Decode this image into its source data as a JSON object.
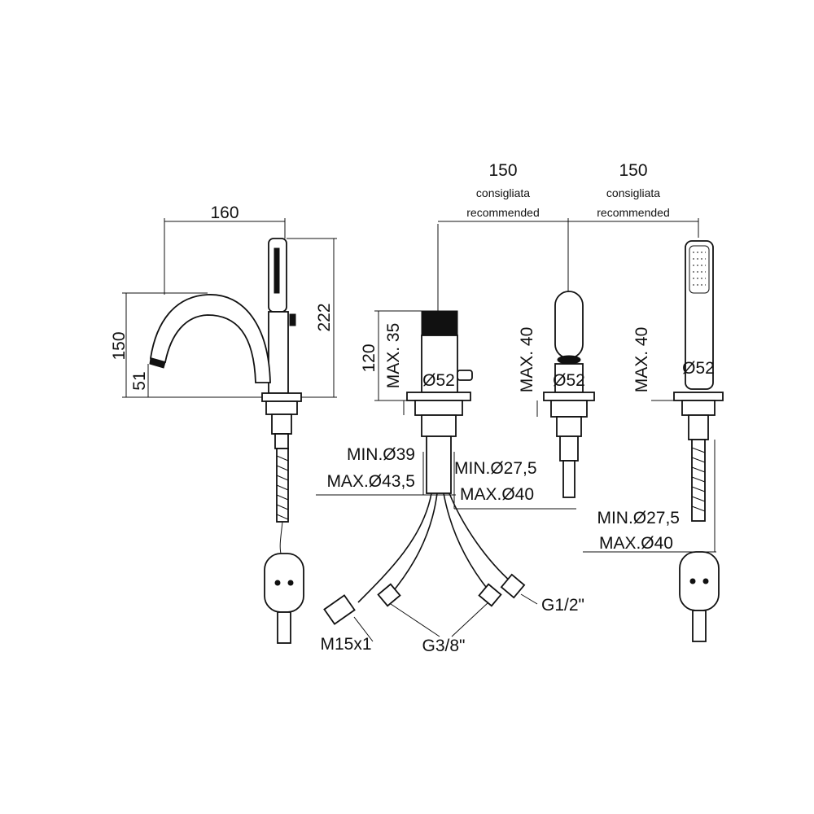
{
  "dimensions": {
    "spout_reach": "160",
    "spout_height": "150",
    "spout_outlet": "51",
    "total_height": "222",
    "valve_height": "120",
    "valve_max_thickness": "MAX. 35",
    "valve_diameter": "Ø52",
    "spacing_1": "150",
    "spacing_2": "150",
    "spacing_note_it": "consigliata",
    "spacing_note_en": "recommended",
    "diverter_max": "MAX. 40",
    "diverter_diameter": "Ø52",
    "shower_max": "MAX. 40",
    "shower_diameter": "Ø52",
    "hole_min_1": "MIN.Ø39",
    "hole_max_1": "MAX.Ø43,5",
    "hole_min_2": "MIN.Ø27,5",
    "hole_max_2": "MAX.Ø40",
    "hole_min_3": "MIN.Ø27,5",
    "hole_max_3": "MAX.Ø40"
  },
  "connections": {
    "inlet": "G1/2\"",
    "hoses": "G3/8\"",
    "shower_hose": "M15x1"
  }
}
